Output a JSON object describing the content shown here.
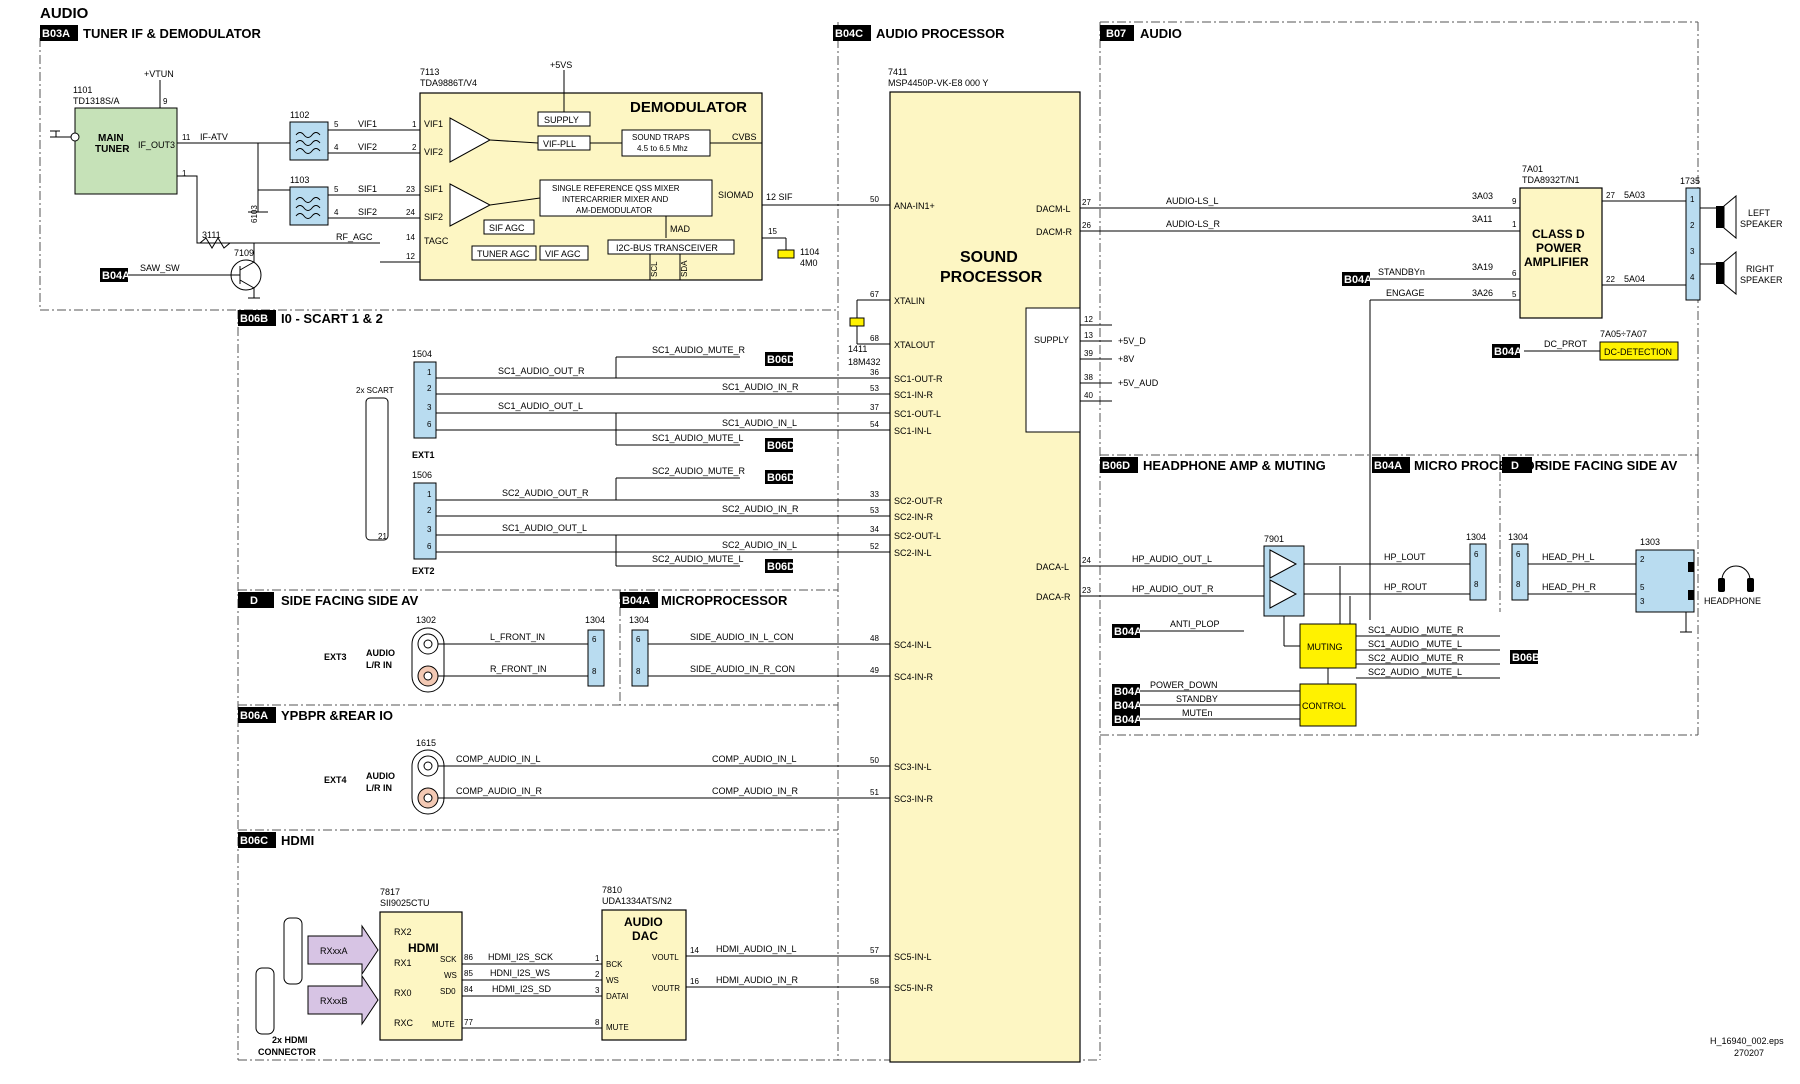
{
  "title": "AUDIO",
  "sections": {
    "b03a": {
      "tag": "B03A",
      "label": "TUNER IF & DEMODULATOR"
    },
    "b04c": {
      "tag": "B04C",
      "label": "AUDIO PROCESSOR"
    },
    "b07": {
      "tag": "B07",
      "label": "AUDIO"
    },
    "b06b": {
      "tag": "B06B",
      "label": "I0 - SCART 1 & 2"
    },
    "b06d": {
      "tag": "B06D",
      "label": "HEADPHONE AMP & MUTING"
    },
    "b04a_micro": {
      "tag": "B04A",
      "label": "MICRO PROCESSOR"
    },
    "d_side_right": {
      "tag": "D",
      "label": "SIDE FACING SIDE AV"
    },
    "d_side_left": {
      "tag": "D",
      "label": "SIDE FACING SIDE AV"
    },
    "b04a_left": {
      "tag": "B04A",
      "label": "MICROPROCESSOR"
    },
    "b06a": {
      "tag": "B06A",
      "label": "YPBPR &REAR IO"
    },
    "b06c": {
      "tag": "B06C",
      "label": "HDMI"
    }
  },
  "tuner": {
    "ref": "1101",
    "part": "TD1318S/A",
    "name_line1": "MAIN",
    "name_line2": "TUNER",
    "pin_label": "IF_OUT3",
    "supply": "+VTUN",
    "pin9": "9",
    "pin11": "11",
    "pin1": "1"
  },
  "demod": {
    "ref": "7113",
    "part": "TDA9886T/V4",
    "title": "DEMODULATOR",
    "supply": "+5VS",
    "supply_block": "SUPPLY",
    "vifpll": "VIF-PLL",
    "traps_line1": "SOUND TRAPS",
    "traps_line2": "4.5 to 6.5 Mhz",
    "cvbs": "CVBS",
    "qss_line1": "SINGLE REFERENCE QSS MIXER",
    "qss_line2": "INTERCARRIER MIXER AND",
    "qss_line3": "AM-DEMODULATOR",
    "siomad": "SIOMAD",
    "sifagc": "SIF AGC",
    "mad": "MAD",
    "tuneragc": "TUNER AGC",
    "vifagc": "VIF AGC",
    "i2c": "I2C-BUS TRANSCEIVER",
    "tagc": "TAGC",
    "scl": "SCL",
    "sda": "SDA",
    "vif1": "VIF1",
    "vif2": "VIF2",
    "sif1": "SIF1",
    "sif2": "SIF2"
  },
  "filters": {
    "f1102": "1102",
    "f1103": "1103"
  },
  "signals_tuner": {
    "if_atv": "IF-ATV",
    "vif1": "VIF1",
    "vif2": "VIF2",
    "sif1": "SIF1",
    "sif2": "SIF2",
    "rf_agc": "RF_AGC",
    "saw_sw": "SAW_SW",
    "sif12": "12  SIF",
    "r3111": "3111",
    "d6103": "6103",
    "t7109": "7109",
    "x1104a": "1104",
    "x1104b": "4M0",
    "pin14": "14",
    "pin12": "12",
    "pin15": "15"
  },
  "sound_processor": {
    "ref": "7411",
    "part": "MSP4450P-VK-E8 000 Y",
    "title_line1": "SOUND",
    "title_line2": "PROCESSOR",
    "supply": "SUPPLY",
    "xtal_a": "1411",
    "xtal_b": "18M432"
  },
  "sp_pins_left": [
    {
      "num": "50",
      "name": "ANA-IN1+"
    },
    {
      "num": "67",
      "name": "XTALIN"
    },
    {
      "num": "68",
      "name": "XTALOUT"
    },
    {
      "num": "36",
      "name": "SC1-OUT-R"
    },
    {
      "num": "53",
      "name": "SC1-IN-R"
    },
    {
      "num": "37",
      "name": "SC1-OUT-L"
    },
    {
      "num": "54",
      "name": "SC1-IN-L"
    },
    {
      "num": "33",
      "name": "SC2-OUT-R"
    },
    {
      "num": "53",
      "name": "SC2-IN-R"
    },
    {
      "num": "34",
      "name": "SC2-OUT-L"
    },
    {
      "num": "52",
      "name": "SC2-IN-L"
    },
    {
      "num": "48",
      "name": "SC4-IN-L"
    },
    {
      "num": "49",
      "name": "SC4-IN-R"
    },
    {
      "num": "50",
      "name": "SC3-IN-L"
    },
    {
      "num": "51",
      "name": "SC3-IN-R"
    },
    {
      "num": "57",
      "name": "SC5-IN-L"
    },
    {
      "num": "58",
      "name": "SC5-IN-R"
    }
  ],
  "sp_pins_right": [
    {
      "num": "27",
      "name": "DACM-L"
    },
    {
      "num": "26",
      "name": "DACM-R"
    },
    {
      "num": "24",
      "name": "DACA-L"
    },
    {
      "num": "23",
      "name": "DACA-R"
    }
  ],
  "sp_supply": [
    {
      "num": "12",
      "net": ""
    },
    {
      "num": "13",
      "net": "+5V_D"
    },
    {
      "num": "39",
      "net": "+8V"
    },
    {
      "num": "38",
      "net": "+5V_AUD"
    },
    {
      "num": "40",
      "net": ""
    }
  ],
  "scart": {
    "label": "2x SCART",
    "ext1": "EXT1",
    "ext2": "EXT2",
    "c1504": "1504",
    "c1506": "1506",
    "pin21": "21",
    "pins": [
      "1",
      "2",
      "3",
      "6"
    ]
  },
  "scart_signals": {
    "sc1_mute_r": "SC1_AUDIO_MUTE_R",
    "sc1_out_r": "SC1_AUDIO_OUT_R",
    "sc1_in_r": "SC1_AUDIO_IN_R",
    "sc1_out_l": "SC1_AUDIO_OUT_L",
    "sc1_in_l": "SC1_AUDIO_IN_L",
    "sc1_mute_l": "SC1_AUDIO_MUTE_L",
    "sc2_mute_r": "SC2_AUDIO_MUTE_R",
    "sc2_out_r": "SC2_AUDIO_OUT_R",
    "sc2_in_r": "SC2_AUDIO_IN_R",
    "sc1_out_l2": "SC1_AUDIO_OUT_L",
    "sc2_in_l": "SC2_AUDIO_IN_L",
    "sc2_mute_l": "SC2_AUDIO_MUTE_L",
    "b06d": "B06D"
  },
  "side_av": {
    "ext3": "EXT3",
    "audio_lr_line1": "AUDIO",
    "audio_lr_line2": "L/R IN",
    "c1302": "1302",
    "c1304": "1304",
    "l_front": "L_FRONT_IN",
    "r_front": "R_FRONT_IN",
    "side_l": "SIDE_AUDIO_IN_L_CON",
    "side_r": "SIDE_AUDIO_IN_R_CON",
    "p6": "6",
    "p8": "8"
  },
  "ypbpr": {
    "ext4": "EXT4",
    "c1615": "1615",
    "comp_l": "COMP_AUDIO_IN_L",
    "comp_r": "COMP_AUDIO_IN_R"
  },
  "hdmi": {
    "ref": "7817",
    "part": "SII9025CTU",
    "title": "HDMI",
    "rx2": "RX2",
    "rx1": "RX1",
    "rx0": "RX0",
    "rxc": "RXC",
    "sck": "SCK",
    "ws": "WS",
    "sd0": "SD0",
    "mute": "MUTE",
    "rxa": "RXxxA",
    "rxb": "RXxxB",
    "conn_line1": "2x HDMI",
    "conn_line2": "CONNECTOR",
    "p86": "86",
    "p85": "85",
    "p84": "84",
    "p77": "77"
  },
  "dac": {
    "ref": "7810",
    "part": "UDA1334ATS/N2",
    "title_line1": "AUDIO",
    "title_line2": "DAC",
    "bck": "BCK",
    "ws": "WS",
    "datai": "DATAI",
    "mute": "MUTE",
    "voutl": "VOUTL",
    "voutr": "VOUTR",
    "p1": "1",
    "p2": "2",
    "p3": "3",
    "p8": "8",
    "p14": "14",
    "p16": "16"
  },
  "hdmi_signals": {
    "sck": "HDMI_I2S_SCK",
    "ws": "HDNI_I2S_WS",
    "sd": "HDMI_I2S_SD",
    "al": "HDMI_AUDIO_IN_L",
    "ar": "HDMI_AUDIO_IN_R"
  },
  "amp": {
    "ref": "7A01",
    "part": "TDA8932T/N1",
    "title_line1": "CLASS D",
    "title_line2": "POWER",
    "title_line3": "AMPLIFIER",
    "p9": "9",
    "p1": "1",
    "p6": "6",
    "p5": "5",
    "p27": "27",
    "p22": "22"
  },
  "amp_signals": {
    "ls_l": "AUDIO-LS_L",
    "ls_r": "AUDIO-LS_R",
    "standbyn": "STANDBYn",
    "engage": "ENGAGE",
    "r3a03": "3A03",
    "r3a11": "3A11",
    "r3a19": "3A19",
    "r3a26": "3A26",
    "l5a03": "5A03",
    "l5a04": "5A04",
    "c1735": "1735",
    "dcd_ref": "7A05÷7A07",
    "dcd": "DC-DETECTION",
    "dc_prot": "DC_PROT"
  },
  "speakers": {
    "left_line1": "LEFT",
    "left_line2": "SPEAKER",
    "right_line1": "RIGHT",
    "right_line2": "SPEAKER",
    "pins": [
      "1",
      "2",
      "3",
      "4"
    ]
  },
  "hp": {
    "ref": "7901",
    "hp_out_l": "HP_AUDIO_OUT_L",
    "hp_out_r": "HP_AUDIO_OUT_R",
    "hp_lout": "HP_LOUT",
    "hp_rout": "HP_ROUT",
    "head_l": "HEAD_PH_L",
    "head_r": "HEAD_PH_R",
    "c1303": "1303",
    "headphone": "HEADPHONE",
    "muting": "MUTING",
    "control": "CONTROL",
    "anti_plop": "ANTI_PLOP",
    "power_down": "POWER_DOWN",
    "standby": "STANDBY",
    "muten": "MUTEn",
    "m1": "SC1_AUDIO _MUTE_R",
    "m2": "SC1_AUDIO _MUTE_L",
    "m3": "SC2_AUDIO _MUTE_R",
    "m4": "SC2_AUDIO _MUTE_L",
    "b06b": "B06B",
    "p2": "2",
    "p5": "5",
    "p3": "3"
  },
  "tags": {
    "b04a": "B04A"
  },
  "footer": {
    "file": "H_16940_002.eps",
    "date": "270207"
  }
}
